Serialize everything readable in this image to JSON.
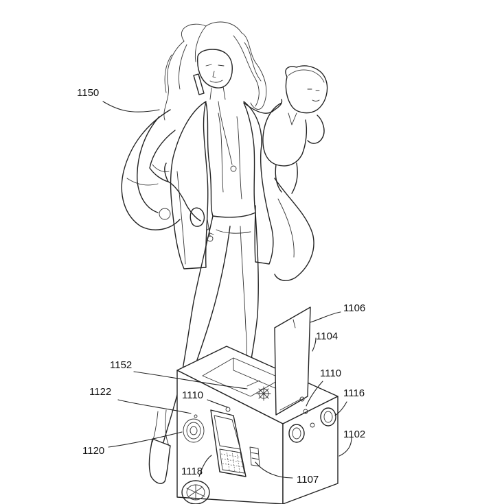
{
  "figure": {
    "ref_labels": {
      "r1150": "1150",
      "r1106": "1106",
      "r1104": "1104",
      "r1152": "1152",
      "r1110a": "1110",
      "r1110b": "1110",
      "r1122": "1122",
      "r1116": "1116",
      "r1102": "1102",
      "r1120": "1120",
      "r1118": "1118",
      "r1107": "1107"
    }
  }
}
